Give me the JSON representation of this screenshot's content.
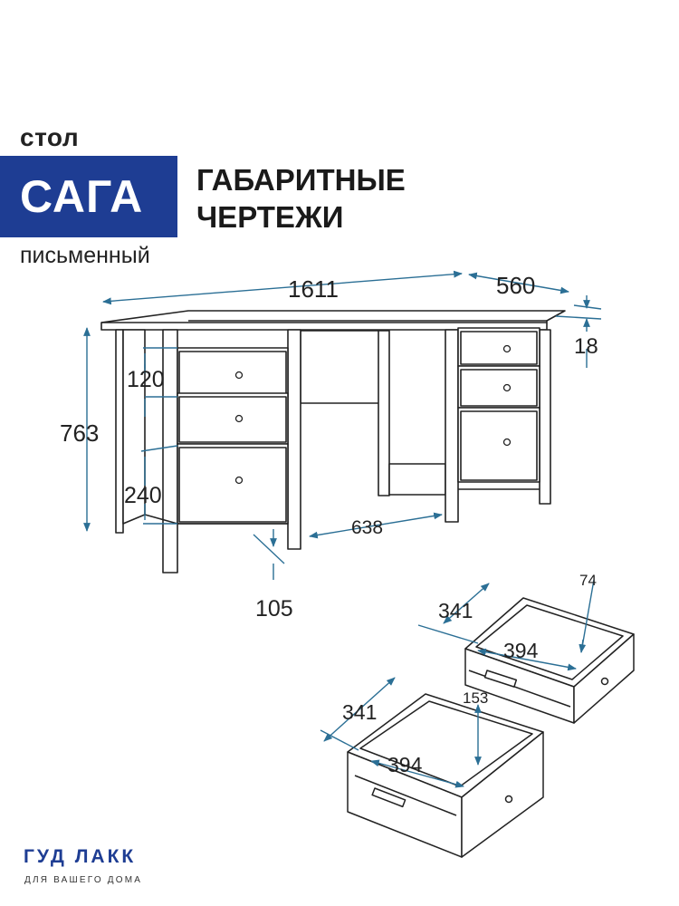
{
  "header": {
    "type_label": "стол",
    "product_name": "САГА",
    "subtitle": "письменный",
    "heading_line1": "ГАБАРИТНЫЕ",
    "heading_line2": "ЧЕРТЕЖИ"
  },
  "dimensions": {
    "width": "1611",
    "depth": "560",
    "top_thickness": "18",
    "height": "763",
    "small_drawer_height": "120",
    "large_drawer_height": "240",
    "knee_space": "638",
    "leg_offset": "105"
  },
  "drawer_small": {
    "depth": "341",
    "width": "394",
    "height": "74"
  },
  "drawer_large": {
    "depth": "341",
    "width": "394",
    "height": "153"
  },
  "brand": {
    "name": "ГУД ЛАКК",
    "tagline": "ДЛЯ ВАШЕГО ДОМА"
  },
  "colors": {
    "brand_blue": "#1e3d93",
    "dimension_line": "#2b6f95",
    "outline": "#222222"
  }
}
